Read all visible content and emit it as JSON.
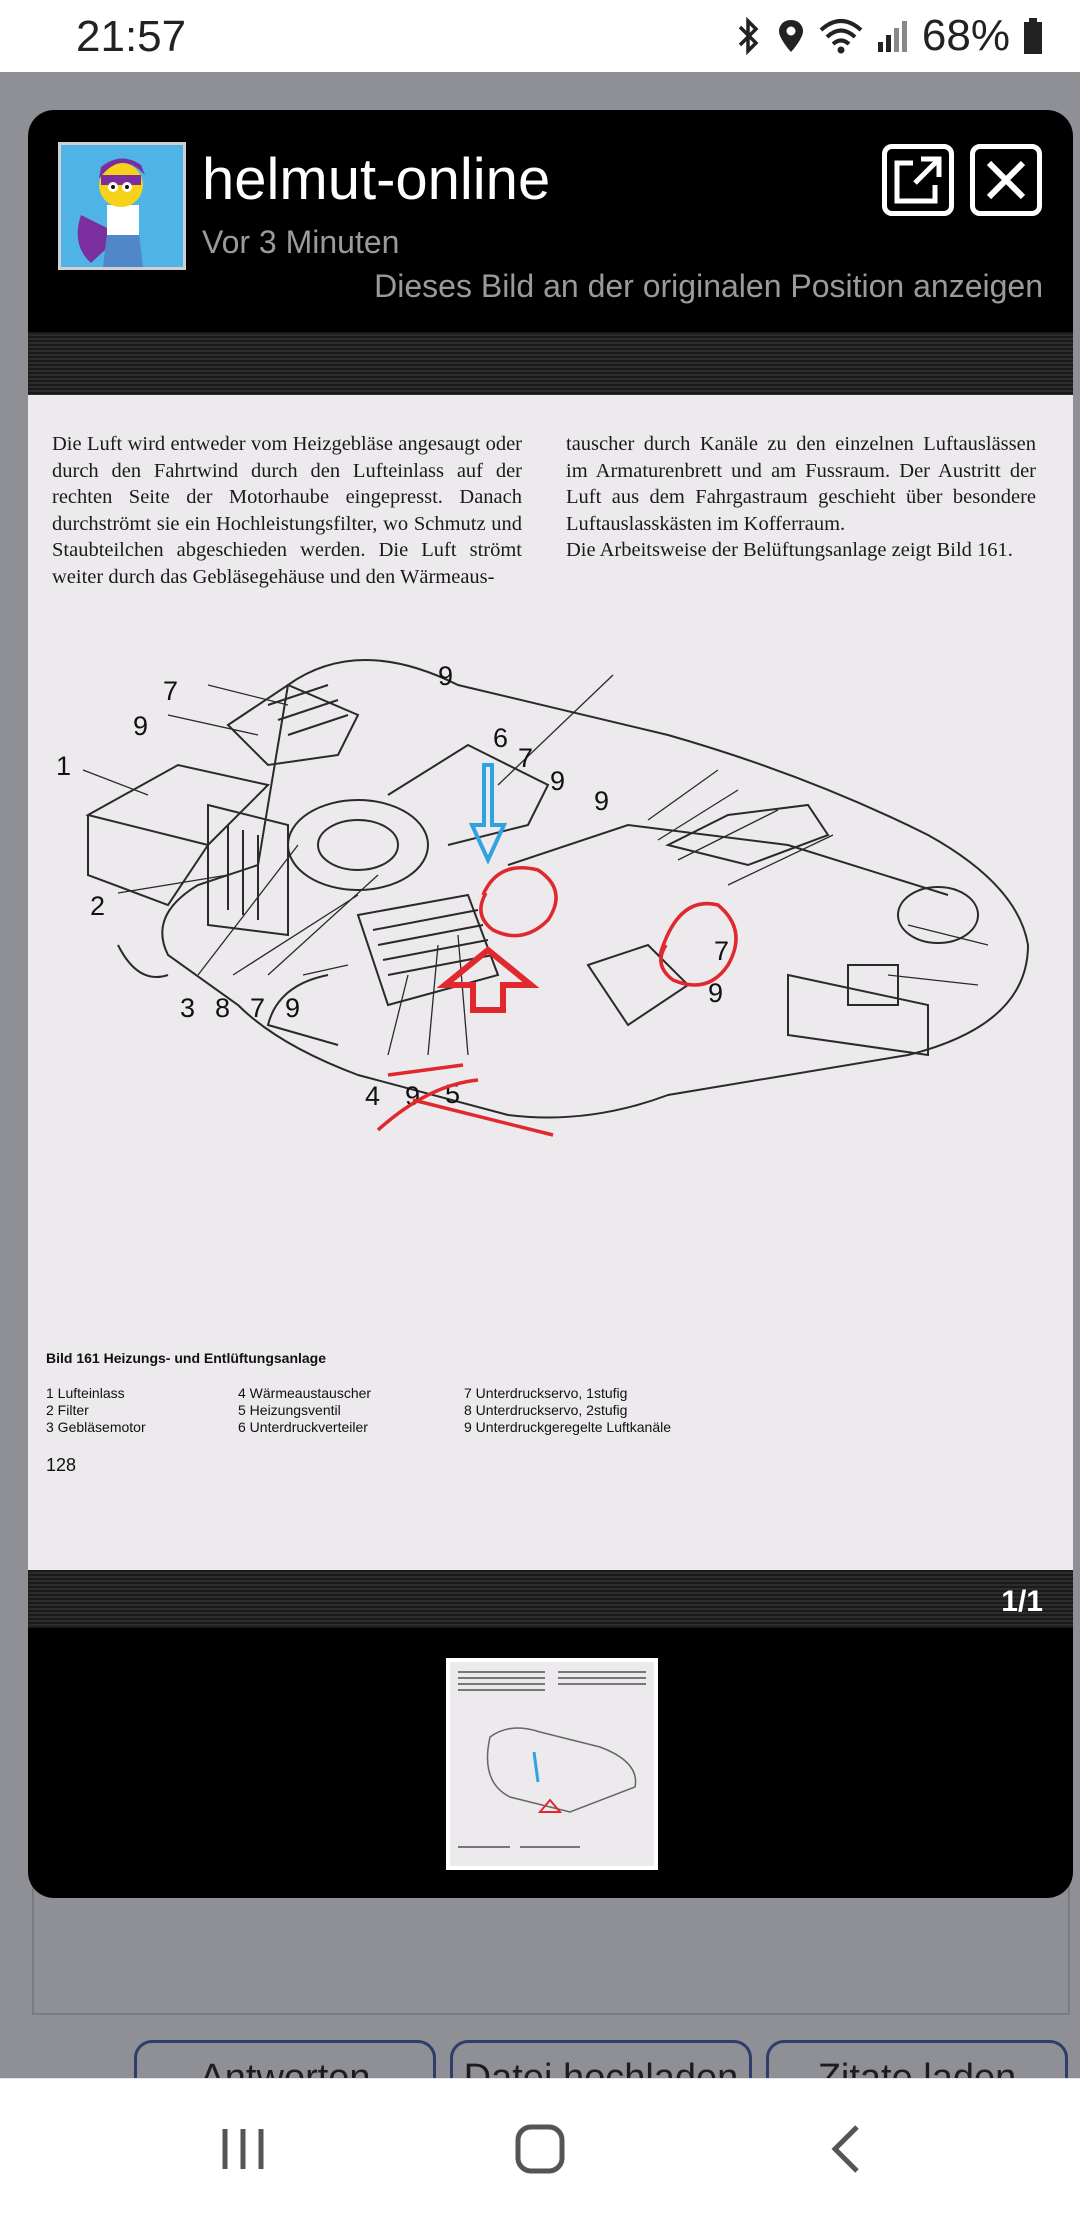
{
  "status_bar": {
    "time": "21:57",
    "battery": "68%",
    "icons": [
      "bluetooth-icon",
      "location-icon",
      "wifi-icon",
      "signal-icon",
      "battery-icon"
    ]
  },
  "lightbox": {
    "username": "helmut-online",
    "timestamp": "Vor 3 Minuten",
    "original_link": "Dieses Bild an der originalen Position anzeigen",
    "counter": "1/1"
  },
  "scan": {
    "text_left": "Die Luft wird entweder vom Heizgebläse angesaugt oder durch den Fahrtwind durch den Lufteinlass auf der rechten Seite der Motorhaube eingepresst. Danach durchströmt sie ein Hochleistungsfilter, wo Schmutz und Staubteilchen abgeschieden werden. Die Luft strömt weiter durch das Gebläsegehäuse und den Wärmeaus-",
    "text_right_1": "tauscher durch Kanäle zu den einzelnen Luftauslässen im Armaturenbrett und am Fussraum. Der Austritt der Luft aus dem Fahrgastraum geschieht über besondere Luftauslasskästen im Kofferraum.",
    "text_right_2": "Die Arbeitsweise der Belüftungsanlage zeigt Bild 161.",
    "caption": "Bild 161   Heizungs- und Entlüftungsanlage",
    "legend_col1": [
      "1 Lufteinlass",
      "2 Filter",
      "3 Gebläsemotor"
    ],
    "legend_col2": [
      "4 Wärmeaustauscher",
      "5 Heizungsventil",
      "6 Unterdruckverteiler"
    ],
    "legend_col3": [
      "7 Unterdruckservo, 1stufig",
      "8 Unterdruckservo, 2stufig",
      "9 Unterdruckgeregelte Luftkanäle"
    ],
    "page_number": "128",
    "callouts": [
      "1",
      "2",
      "3",
      "8",
      "7",
      "9",
      "4",
      "9",
      "5",
      "7",
      "9",
      "9",
      "6",
      "7",
      "9",
      "9",
      "7",
      "9"
    ]
  },
  "background": {
    "buttons": [
      "Antworten",
      "Datei hochladen",
      "Zitate laden"
    ]
  },
  "colors": {
    "annotation_red": "#e0282e",
    "annotation_blue": "#2fa3e0",
    "lightbox_bg": "#000000",
    "scan_bg": "#eceaec"
  }
}
